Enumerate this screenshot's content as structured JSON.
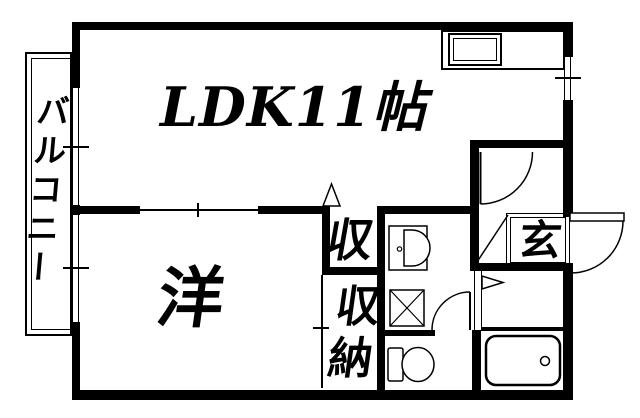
{
  "plan": {
    "background": "#ffffff",
    "wall_color": "#000000",
    "rooms": {
      "ldk": "LDK11帖",
      "western_room": "洋",
      "closet_upper": "収",
      "closet_lower": "収納",
      "entrance": "玄",
      "balcony": "バルコニー"
    },
    "fixtures": [
      "kitchen-counter-sink",
      "washbasin",
      "washing-machine-pan",
      "toilet",
      "bathtub"
    ],
    "symbols": [
      "entry-door-swing",
      "hall-door-swing",
      "toilet-door-swing",
      "closet-folding-door-triangle",
      "hall-folding-door-triangle",
      "window-center-ticks",
      "sliding-opening-cross"
    ]
  }
}
